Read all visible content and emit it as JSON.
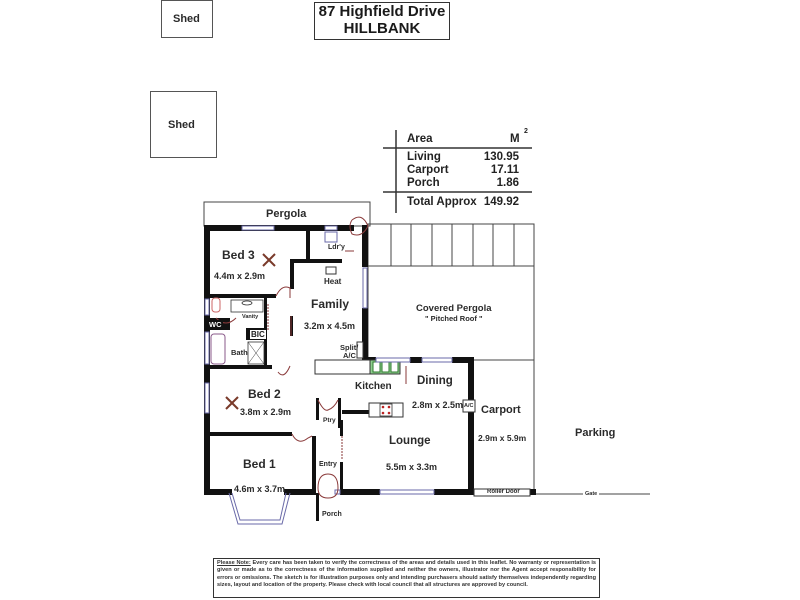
{
  "header": {
    "address_line1": "87 Highfield Drive",
    "address_line2": "HILLBANK"
  },
  "outbuildings": [
    {
      "label": "Shed"
    },
    {
      "label": "Shed"
    }
  ],
  "area_table": {
    "header_label": "Area",
    "unit": "M",
    "unit_superscript": "2",
    "rows": [
      {
        "label": "Living",
        "value": "130.95"
      },
      {
        "label": "Carport",
        "value": "17.11"
      },
      {
        "label": "Porch",
        "value": "1.86"
      }
    ],
    "total": {
      "label": "Total Approx",
      "value": "149.92"
    }
  },
  "rooms": {
    "pergola": {
      "label": "Pergola"
    },
    "bed3": {
      "label": "Bed 3",
      "dims": "4.4m x 2.9m"
    },
    "laundry": {
      "label": "Ldr'y"
    },
    "heat": {
      "label": "Heat"
    },
    "family": {
      "label": "Family",
      "dims": "3.2m x 4.5m"
    },
    "covered_pergola": {
      "label": "Covered Pergola",
      "note": "\" Pitched Roof \""
    },
    "vanity": {
      "label": "Vanity"
    },
    "wc": {
      "label": "WC"
    },
    "bic": {
      "label": "BIC"
    },
    "bath": {
      "label": "Bath"
    },
    "split_ac": {
      "label_line1": "Split/",
      "label_line2": "A/C"
    },
    "kitchen": {
      "label": "Kitchen"
    },
    "dining": {
      "label": "Dining",
      "dims": "2.8m x 2.5m"
    },
    "ac": {
      "label": "A/C"
    },
    "carport": {
      "label": "Carport",
      "dims": "2.9m x 5.9m"
    },
    "bed2": {
      "label": "Bed 2",
      "dims": "3.8m x 2.9m"
    },
    "pantry": {
      "label": "Ptry"
    },
    "lounge": {
      "label": "Lounge",
      "dims": "5.5m x 3.3m"
    },
    "parking": {
      "label": "Parking"
    },
    "bed1": {
      "label": "Bed 1",
      "dims": "4.6m x 3.7m"
    },
    "entry": {
      "label": "Entry"
    },
    "porch": {
      "label": "Porch"
    },
    "roller_door": {
      "label": "Roller Door"
    },
    "gate": {
      "label": "Gate"
    }
  },
  "colors": {
    "wall": "#111111",
    "window": "#6a6aa8",
    "door_swing": "#8a3a3a",
    "text": "#2a2a2a"
  },
  "disclaimer": {
    "lead": "Please Note:",
    "text": " Every care has been taken to verify the correctness of the areas and details used in this leaflet. No warranty or representation is given or made as to the correctness of the information supplied and neither the owners, illustrator nor the Agent accept responsibility for errors or omissions. The sketch is for illustration purposes only and intending purchasers should satisfy themselves independently regarding sizes, layout and location of the property. Please check with local council that all structures are approved by council."
  }
}
